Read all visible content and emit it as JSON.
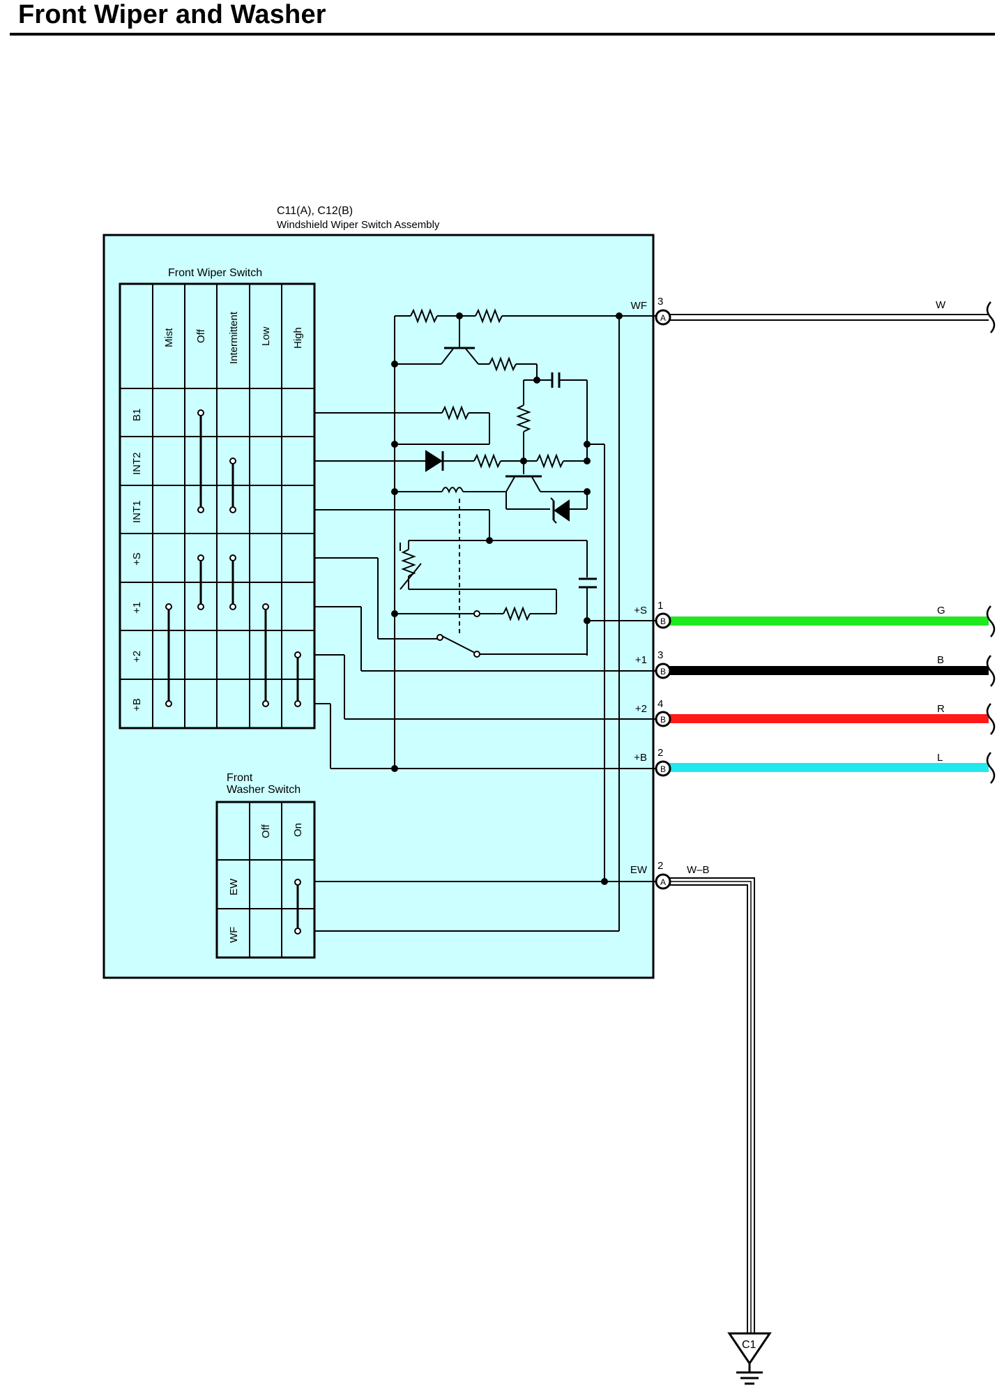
{
  "title": "Front Wiper and Washer",
  "assembly": {
    "connector": "C11(A), C12(B)",
    "name": "Windshield Wiper Switch Assembly"
  },
  "wiper_switch": {
    "title": "Front Wiper Switch",
    "positions": [
      "Mist",
      "Off",
      "Intermittent",
      "Low",
      "High"
    ],
    "terminals": [
      "B1",
      "INT2",
      "INT1",
      "+S",
      "+1",
      "+2",
      "+B"
    ]
  },
  "washer_switch": {
    "title_line1": "Front",
    "title_line2": "Washer Switch",
    "positions": [
      "Off",
      "On"
    ],
    "terminals": [
      "EW",
      "WF"
    ]
  },
  "pins": [
    {
      "name": "WF",
      "number": "3",
      "connector": "A",
      "wire": "W",
      "color": "#ffffff"
    },
    {
      "name": "+S",
      "number": "1",
      "connector": "B",
      "wire": "G",
      "color": "#1fe81f"
    },
    {
      "name": "+1",
      "number": "3",
      "connector": "B",
      "wire": "B",
      "color": "#000000"
    },
    {
      "name": "+2",
      "number": "4",
      "connector": "B",
      "wire": "R",
      "color": "#ff1a1a"
    },
    {
      "name": "+B",
      "number": "2",
      "connector": "B",
      "wire": "L",
      "color": "#22e8ee"
    },
    {
      "name": "EW",
      "number": "2",
      "connector": "A",
      "wire": "W–B",
      "color": "#ffffff"
    }
  ],
  "ground": {
    "label": "C1"
  },
  "colors": {
    "assembly_fill": "#ccffff"
  }
}
